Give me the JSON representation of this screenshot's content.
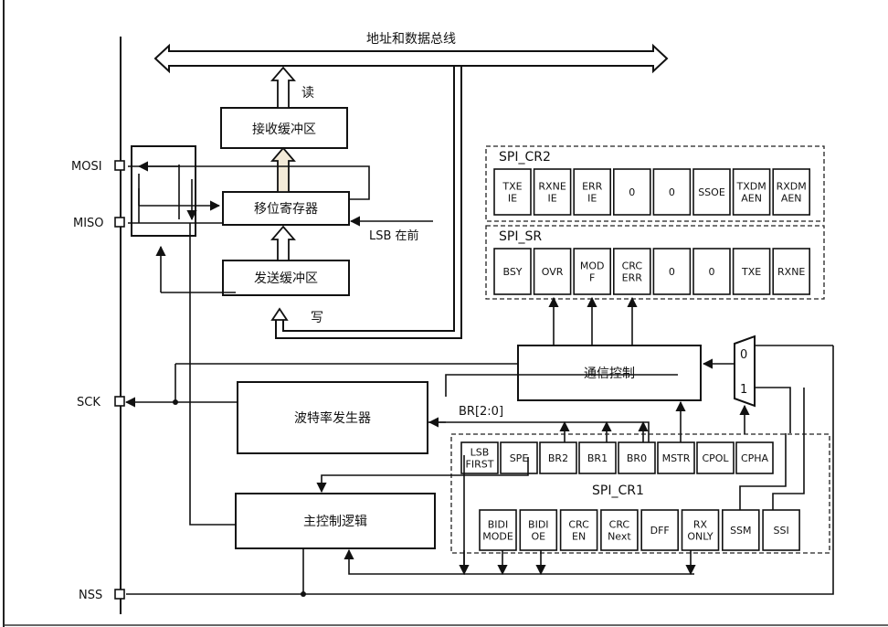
{
  "bus_label": "地址和数据总线",
  "read_label": "读",
  "write_label": "写",
  "lsb_first_label": "LSB 在前",
  "br_label": "BR[2:0]",
  "pins": {
    "mosi": "MOSI",
    "miso": "MISO",
    "sck": "SCK",
    "nss": "NSS"
  },
  "blocks": {
    "rx_buffer": "接收缓冲区",
    "shift_register": "移位寄存器",
    "tx_buffer": "发送缓冲区",
    "comm_control": "通信控制",
    "baud_generator": "波特率发生器",
    "master_logic": "主控制逻辑"
  },
  "mux": {
    "in0": "0",
    "in1": "1"
  },
  "registers": {
    "cr2": {
      "name": "SPI_CR2",
      "bits": [
        [
          "TXE",
          "IE"
        ],
        [
          "RXNE",
          "IE"
        ],
        [
          "ERR",
          "IE"
        ],
        [
          "0"
        ],
        [
          "0"
        ],
        [
          "SSOE"
        ],
        [
          "TXDM",
          "AEN"
        ],
        [
          "RXDM",
          "AEN"
        ]
      ]
    },
    "sr": {
      "name": "SPI_SR",
      "bits": [
        [
          "BSY"
        ],
        [
          "OVR"
        ],
        [
          "MOD",
          "F"
        ],
        [
          "CRC",
          "ERR"
        ],
        [
          "0"
        ],
        [
          "0"
        ],
        [
          "TXE"
        ],
        [
          "RXNE"
        ]
      ]
    },
    "cr1_top": {
      "name": "SPI_CR1",
      "bits": [
        [
          "LSB",
          "FIRST"
        ],
        [
          "SPE"
        ],
        [
          "BR2"
        ],
        [
          "BR1"
        ],
        [
          "BR0"
        ],
        [
          "MSTR"
        ],
        [
          "CPOL"
        ],
        [
          "CPHA"
        ]
      ]
    },
    "cr1_bottom": {
      "bits": [
        [
          "BIDI",
          "MODE"
        ],
        [
          "BIDI",
          "OE"
        ],
        [
          "CRC",
          "EN"
        ],
        [
          "CRC",
          "Next"
        ],
        [
          "DFF"
        ],
        [
          "RX",
          "ONLY"
        ],
        [
          "SSM"
        ],
        [
          "SSI"
        ]
      ]
    }
  }
}
